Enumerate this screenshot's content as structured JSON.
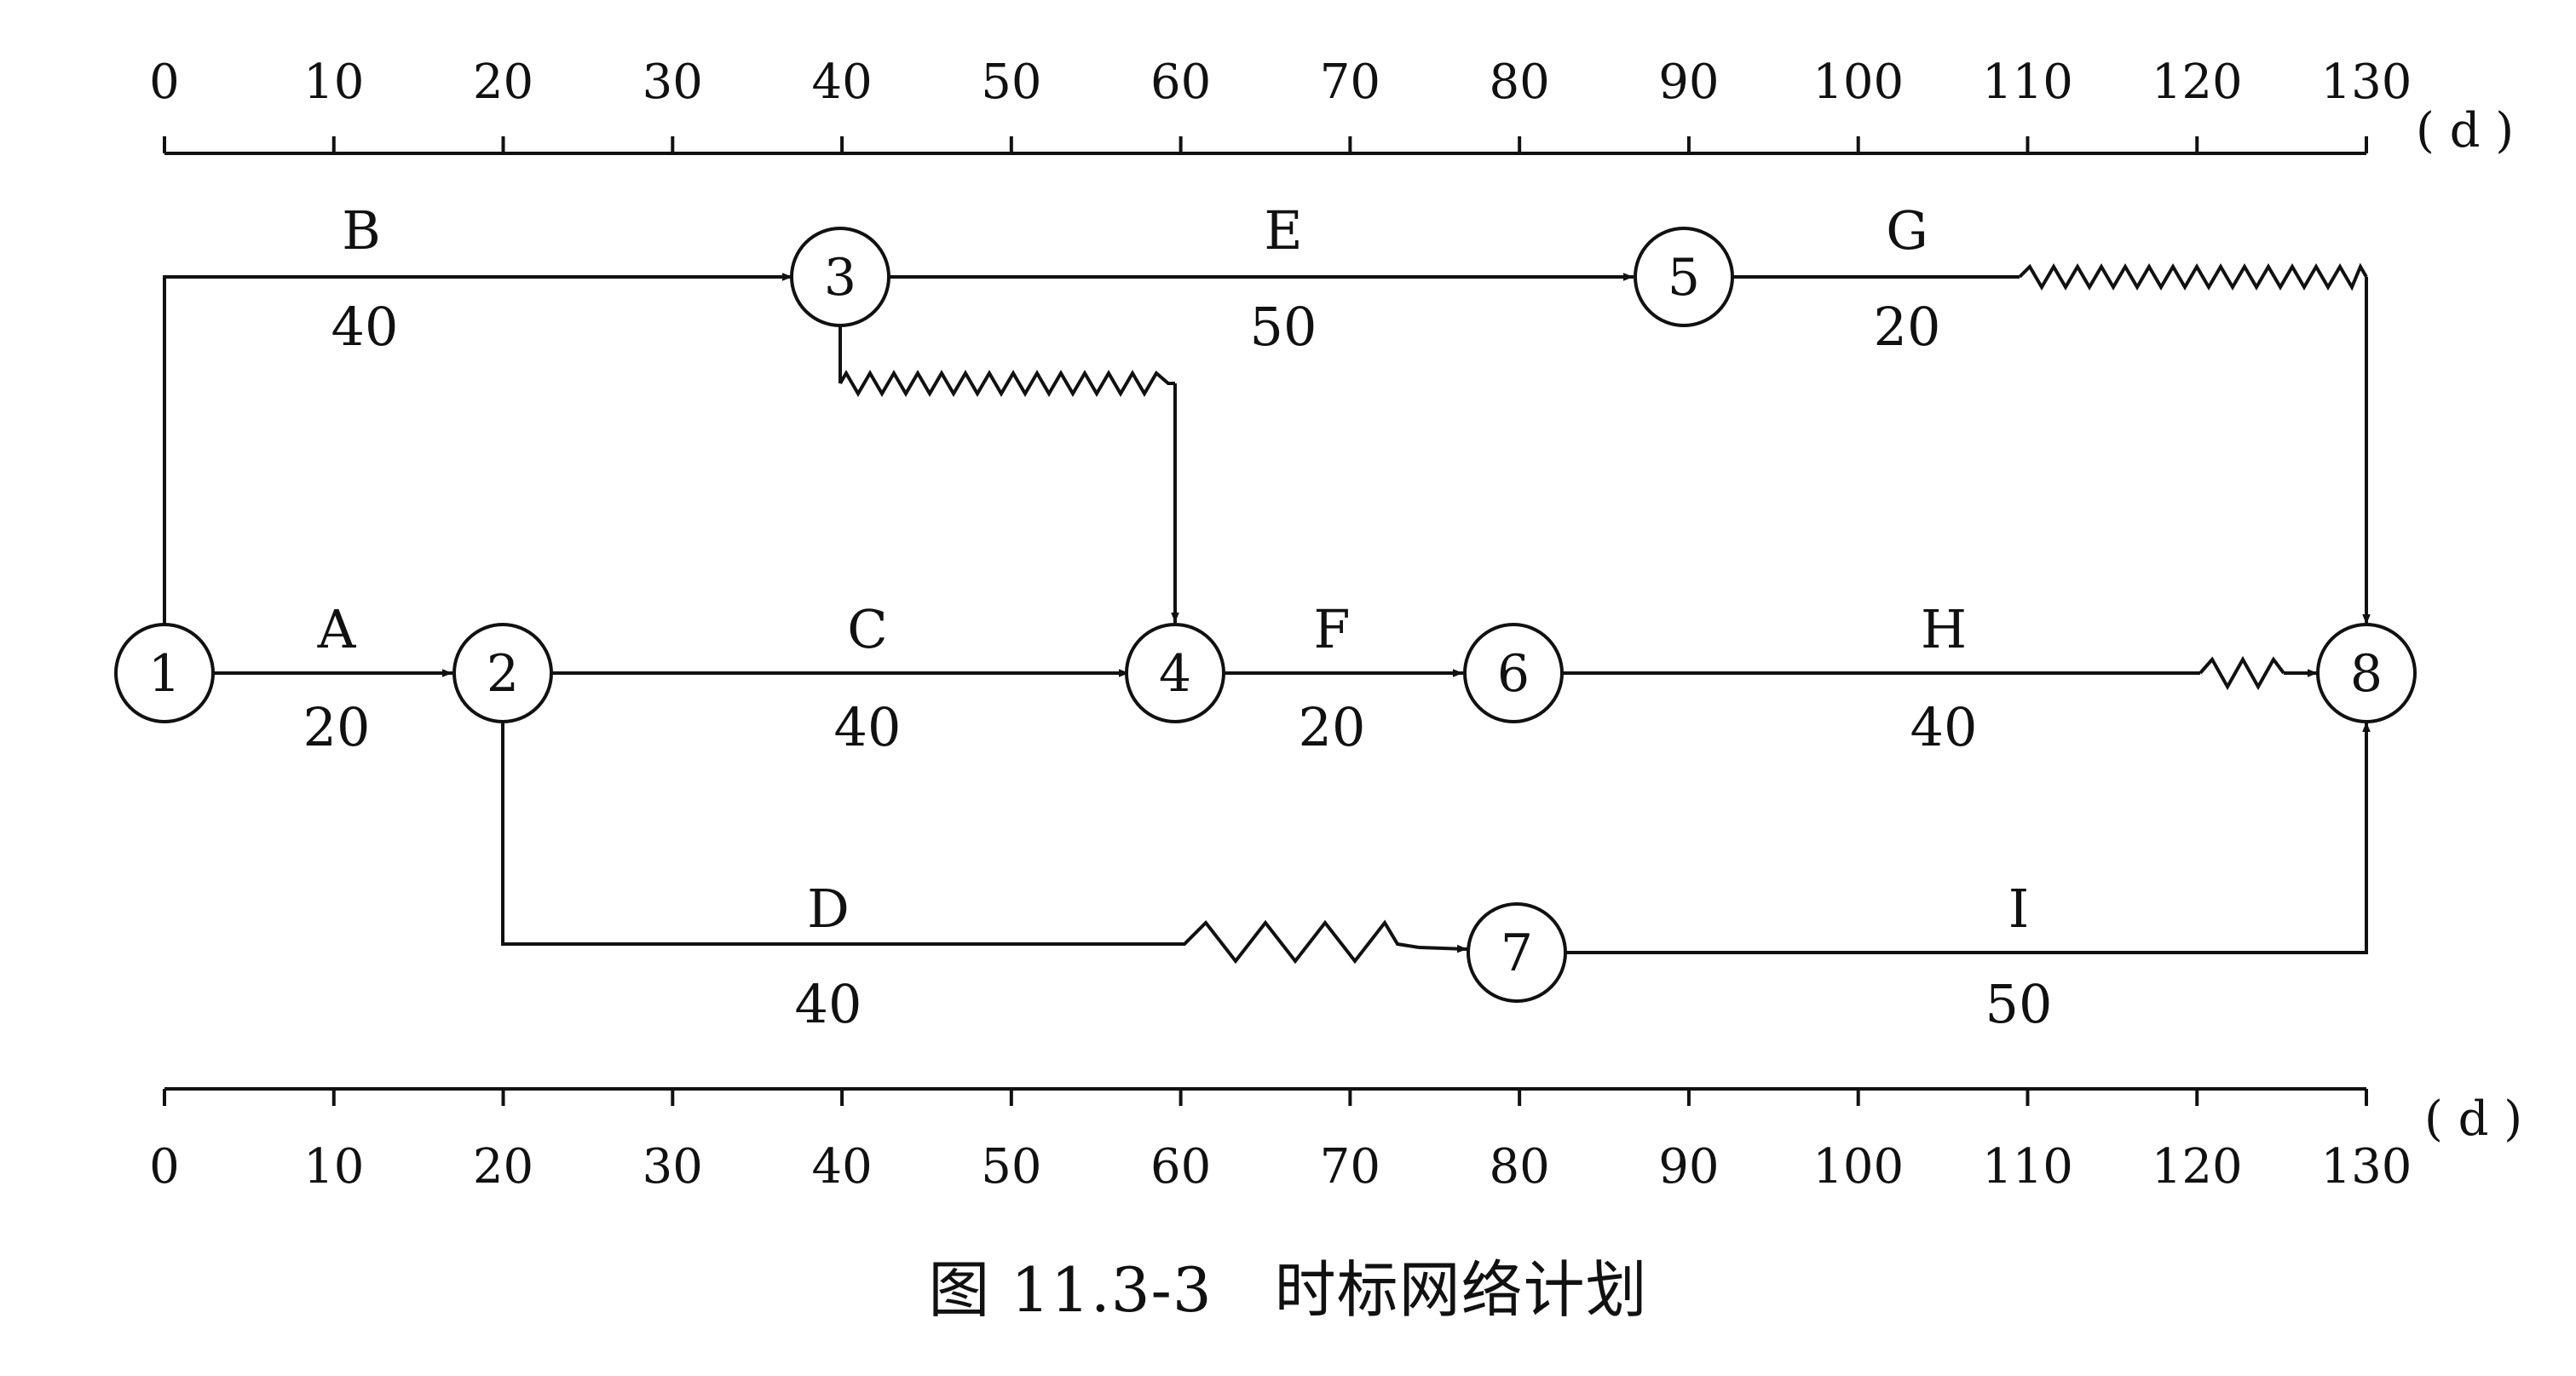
{
  "figure": {
    "caption": "图 11.3-3　时标网络计划"
  },
  "time_axis": {
    "unit_label": "( d )",
    "ticks": [
      0,
      10,
      20,
      30,
      40,
      50,
      60,
      70,
      80,
      90,
      100,
      110,
      120,
      130
    ]
  },
  "nodes": [
    {
      "id": "1",
      "label": "1",
      "time": 0
    },
    {
      "id": "2",
      "label": "2",
      "time": 20
    },
    {
      "id": "3",
      "label": "3",
      "time": 40
    },
    {
      "id": "4",
      "label": "4",
      "time": 60
    },
    {
      "id": "5",
      "label": "5",
      "time": 90
    },
    {
      "id": "6",
      "label": "6",
      "time": 80
    },
    {
      "id": "7",
      "label": "7",
      "time": 80
    },
    {
      "id": "8",
      "label": "8",
      "time": 130
    }
  ],
  "activities": [
    {
      "name": "A",
      "duration": "20",
      "from": "1",
      "to": "2"
    },
    {
      "name": "B",
      "duration": "40",
      "from": "1",
      "to": "3"
    },
    {
      "name": "C",
      "duration": "40",
      "from": "2",
      "to": "4"
    },
    {
      "name": "D",
      "duration": "40",
      "from": "2",
      "to": "7"
    },
    {
      "name": "E",
      "duration": "50",
      "from": "3",
      "to": "5"
    },
    {
      "name": "F",
      "duration": "20",
      "from": "4",
      "to": "6"
    },
    {
      "name": "G",
      "duration": "20",
      "from": "5",
      "to": "8"
    },
    {
      "name": "H",
      "duration": "40",
      "from": "6",
      "to": "8"
    },
    {
      "name": "I",
      "duration": "50",
      "from": "7",
      "to": "8"
    }
  ],
  "dummy_links": [
    {
      "from": "3",
      "to": "4",
      "free_float": 20
    }
  ],
  "free_floats": [
    {
      "activity": "D",
      "days": 20
    },
    {
      "activity": "G",
      "days": 20
    },
    {
      "activity": "H",
      "days": 10
    }
  ]
}
